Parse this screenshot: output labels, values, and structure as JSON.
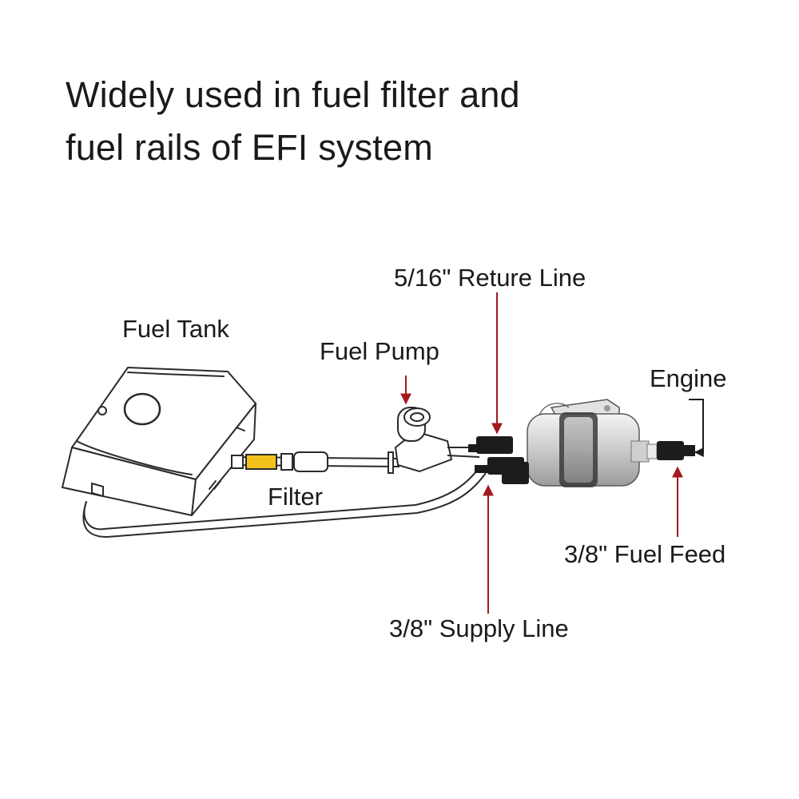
{
  "headline": {
    "line1": "Widely used in fuel filter and",
    "line2": "fuel rails of EFI system"
  },
  "labels": {
    "fuel_tank": "Fuel Tank",
    "fuel_pump": "Fuel Pump",
    "filter": "Filter",
    "return_line": "5/16\" Reture Line",
    "engine": "Engine",
    "fuel_feed": "3/8\" Fuel Feed",
    "supply_line": "3/8\" Supply Line"
  },
  "colors": {
    "callout_arrow": "#a3191d",
    "line_art": "#2a2a2a",
    "filter_body": "#d8d8d8",
    "fitting": "#1c1c1c",
    "inline_filter_accent": "#f2c21b"
  }
}
